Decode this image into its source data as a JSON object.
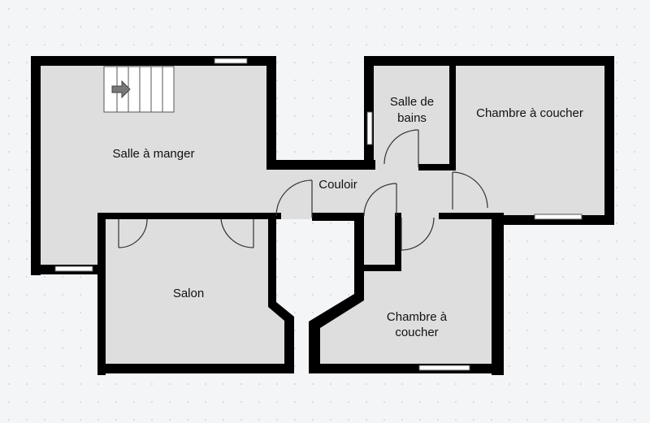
{
  "plan": {
    "colors": {
      "background": "#f4f5f7",
      "floor": "#dedede",
      "wall": "#000000",
      "grid_dot": "#c9ccd3"
    },
    "rooms": {
      "salle_a_manger": "Salle à manger",
      "salle_de_bains": {
        "line1": "Salle de",
        "line2": "bains"
      },
      "chambre_1": "Chambre à coucher",
      "couloir": "Couloir",
      "salon": "Salon",
      "chambre_2": {
        "line1": "Chambre à",
        "line2": "coucher"
      }
    },
    "icons": [
      "stairs-icon",
      "stair-direction-arrow-icon",
      "door-icon",
      "window-icon"
    ]
  }
}
